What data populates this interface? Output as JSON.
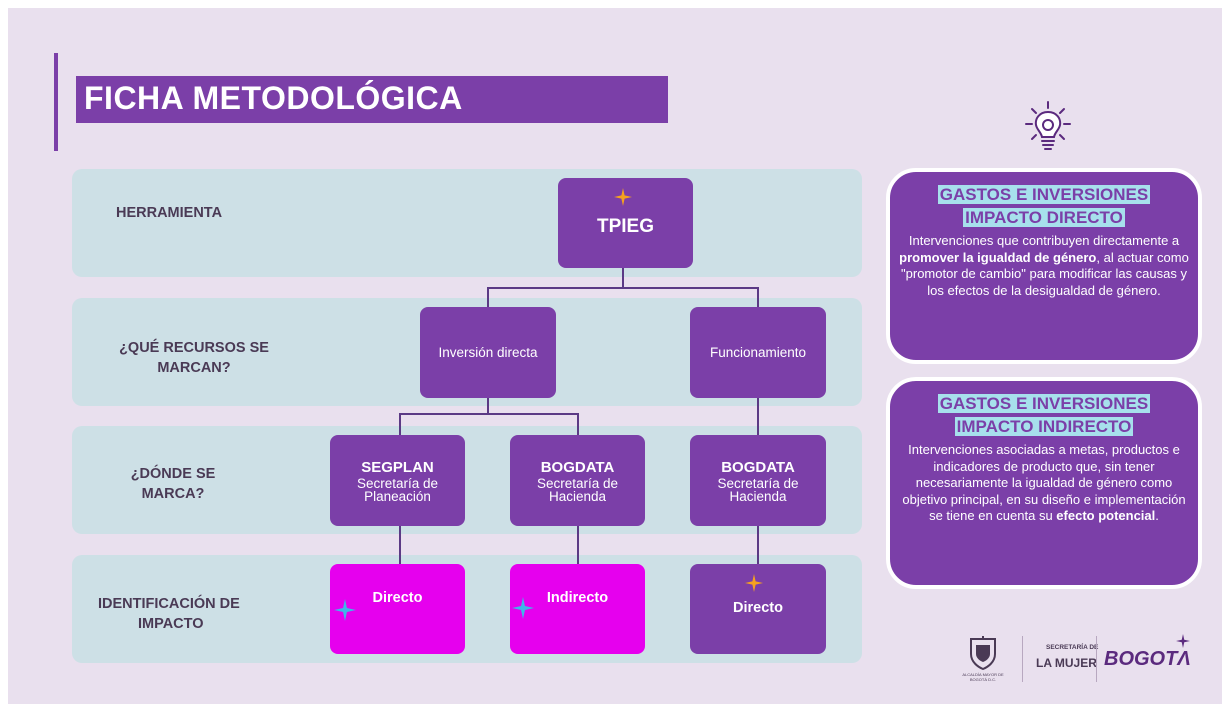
{
  "title": "FICHA METODOLÓGICA",
  "rows": {
    "herramienta": "HERRAMIENTA",
    "recursos_1": "¿QUÉ RECURSOS SE",
    "recursos_2": "MARCAN?",
    "donde_1": "¿DÓNDE SE",
    "donde_2": "MARCA?",
    "impacto_1": "IDENTIFICACIÓN DE",
    "impacto_2": "IMPACTO"
  },
  "nodes": {
    "tpieg": "TPIEG",
    "inversion": "Inversión directa",
    "funcionamiento": "Funcionamiento",
    "segplan": "SEGPLAN",
    "segplan_sub_1": "Secretaría de",
    "segplan_sub_2": "Planeación",
    "bogdata1": "BOGDATA",
    "bogdata1_sub_1": "Secretaría de",
    "bogdata1_sub_2": "Hacienda",
    "bogdata2": "BOGDATA",
    "bogdata2_sub_1": "Secretaría de",
    "bogdata2_sub_2": "Hacienda",
    "directo1": "Directo",
    "indirecto": "Indirecto",
    "directo2": "Directo"
  },
  "card_direct": {
    "title_1": "GASTOS E INVERSIONES",
    "title_2": "IMPACTO DIRECTO",
    "body_1": "Intervenciones que contribuyen directamente a ",
    "body_bold": "promover la  igualdad de género",
    "body_2": ", al actuar como  \"promotor de cambio\" para modificar las causas y los efectos de la desigualdad de género."
  },
  "card_indirect": {
    "title_1": "GASTOS E INVERSIONES",
    "title_2": "IMPACTO INDIRECTO",
    "body_1": "Intervenciones asociadas a metas, productos e indicadores de producto que, sin tener necesariamente la igualdad de género como objetivo principal, en su diseño e implementación se tiene en cuenta su ",
    "body_bold": "efecto potencial",
    "body_2": "."
  },
  "logos": {
    "alcaldia": "ALCALDÍA MAYOR DE BOGOTÁ D.C.",
    "secretaria_top": "SECRETARÍA DE",
    "secretaria_bottom": "LA MUJER",
    "bogota": "BOGOTΛ"
  },
  "colors": {
    "purple": "#7b3fa8",
    "magenta": "#e600ee",
    "band": "#cde0e6",
    "highlight": "#a7e0ec",
    "background": "#e9e0ee"
  },
  "icons": [
    "lightbulb-icon",
    "sparkle-orange-icon",
    "sparkle-cyan-icon",
    "coat-of-arms-icon",
    "star-icon"
  ]
}
